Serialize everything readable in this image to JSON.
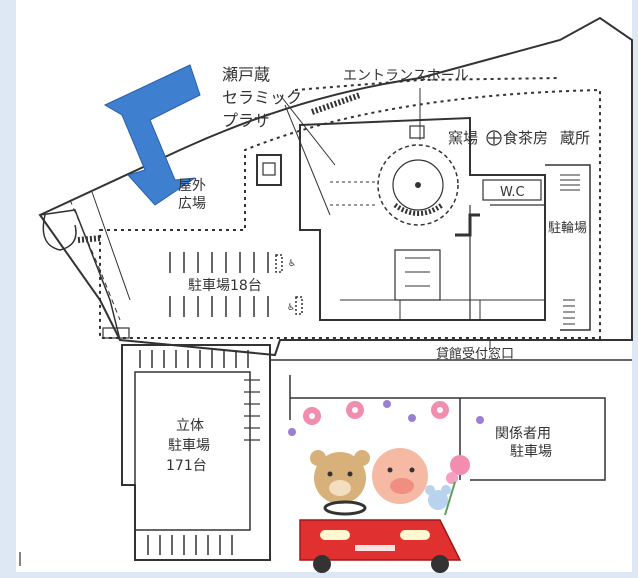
{
  "labels": {
    "plaza_line1": "瀬戸蔵",
    "plaza_line2": "セラミック",
    "plaza_line3": "プラザ",
    "entrance_hall": "エントランスホール",
    "kiln": "窯場",
    "restaurant": "食茶房",
    "storehouse": "蔵所",
    "wc": "W.C",
    "bicycle_parking": "駐輪場",
    "outdoor_line1": "屋外",
    "outdoor_line2": "広場",
    "parking_18": "駐車場18台",
    "rental_reception": "貸館受付窓口",
    "multistory_line1": "立体",
    "multistory_line2": "駐車場",
    "multistory_line3": "171台",
    "staff_line1": "関係者用",
    "staff_line2": "駐車場"
  },
  "colors": {
    "arrow": "#3f7fd0",
    "line": "#333333",
    "background": "#ffffff",
    "page": "#dde8f4",
    "car": "#e03030"
  },
  "icons": [
    "direction-arrow",
    "wheelchair-icon",
    "mascot-car",
    "flower-icon"
  ]
}
